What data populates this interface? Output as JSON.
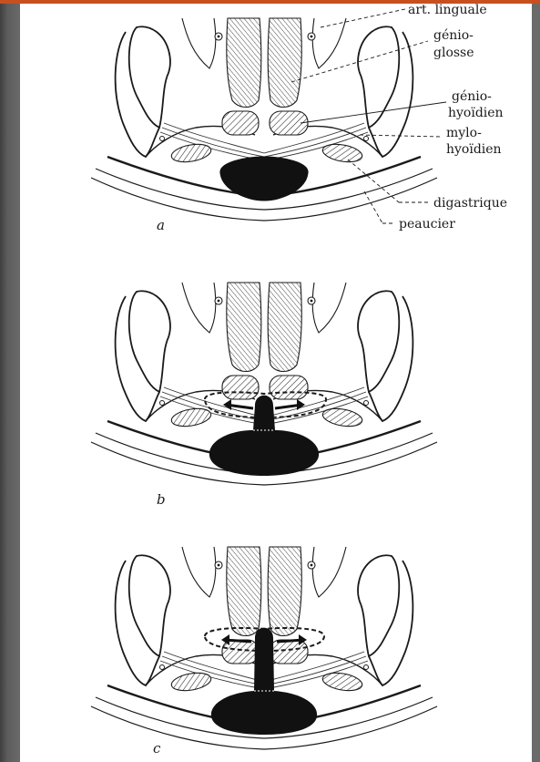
{
  "labels": {
    "art_linguale": "art. linguale",
    "genio_glosse_1": "génio-",
    "genio_glosse_2": "glosse",
    "genio_hyoidien_1": "génio-",
    "genio_hyoidien_2": "hyoïdien",
    "mylo_hyoidien_1": "mylo-",
    "mylo_hyoidien_2": "hyoïdien",
    "digastrique": "digastrique",
    "peaucier": "peaucier"
  },
  "panels": {
    "a": "a",
    "b": "b",
    "c": "c"
  },
  "colors": {
    "accent_bar": "#c8501e",
    "ink": "#1a1a1a",
    "paper": "#ffffff"
  }
}
